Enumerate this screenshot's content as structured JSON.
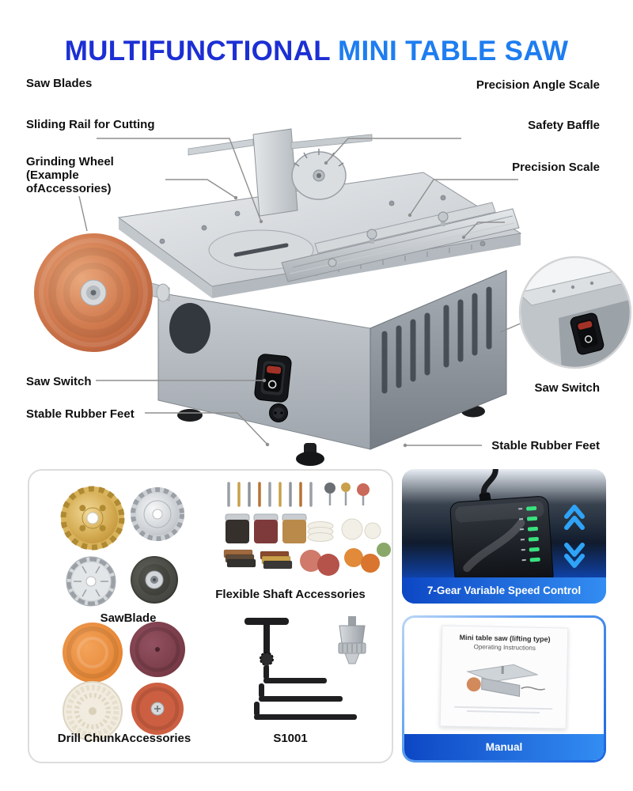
{
  "title": {
    "part1": "MULTIFUNCTIONAL",
    "part2": "MINI TABLE SAW"
  },
  "callouts": {
    "saw_blades": "Saw Blades",
    "sliding_rail": "Sliding Rail for Cutting",
    "grinding_wheel": "Grinding Wheel\n(Example\nofAccessories)",
    "saw_switch_left": "Saw Switch",
    "stable_rubber_feet_left": "Stable Rubber Feet",
    "precision_angle_scale": "Precision Angle Scale",
    "safety_baffle": "Safety Baffle",
    "precision_scale": "Precision Scale",
    "saw_switch_right": "Saw Switch",
    "stable_rubber_feet_right": "Stable Rubber Feet"
  },
  "accessory_panel": {
    "saw_blade_label": "SawBlade",
    "flexible_shaft_label": "Flexible Shaft Accessories",
    "drill_chunk_label": "Drill ChunkAccessories",
    "s1001_label": "S1001"
  },
  "speed_panel": {
    "caption": "7-Gear Variable Speed Control"
  },
  "manual_panel": {
    "caption": "Manual",
    "cover_line1": "Mini table saw (lifting type)",
    "cover_line2": "Operating Instructions"
  },
  "colors": {
    "title_dark_blue": "#1c2fd4",
    "title_light_blue": "#1e7df0",
    "caption_gradient_start": "#0d47c4",
    "caption_gradient_end": "#338df2",
    "grinding_wheel_orange": "#d07a4e",
    "led_green": "#39e27e"
  }
}
